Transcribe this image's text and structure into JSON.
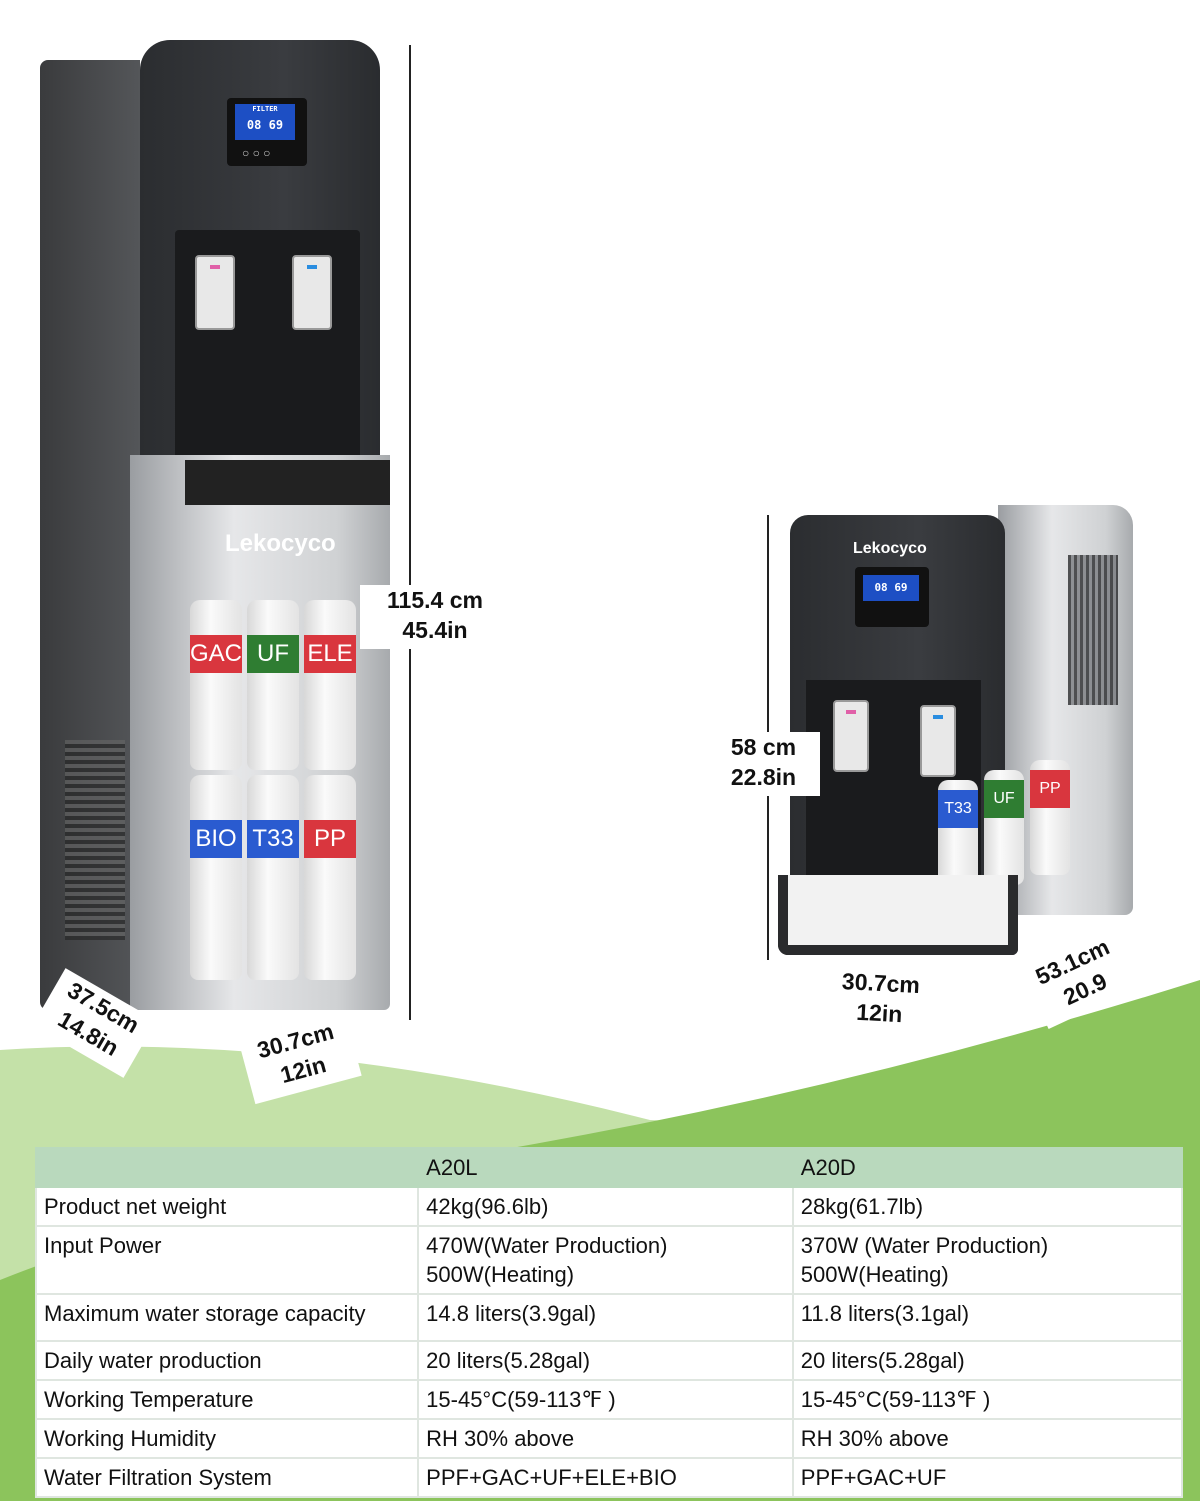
{
  "brand": "Lekocyco",
  "colors": {
    "green_dark": "#8cc45c",
    "green_light": "#c4e1a8",
    "table_header": "#b9d9bd"
  },
  "tall_unit": {
    "model": "A20L",
    "display": {
      "left": "08",
      "right": "69",
      "label": "FILTER"
    },
    "filters_top": [
      {
        "label": "GAC",
        "color": "#d9363e"
      },
      {
        "label": "UF",
        "color": "#2f7d32"
      },
      {
        "label": "ELE",
        "color": "#d9363e"
      }
    ],
    "filters_bottom": [
      {
        "label": "BIO",
        "color": "#2a5bd0"
      },
      {
        "label": "T33",
        "color": "#2a5bd0"
      },
      {
        "label": "PP",
        "color": "#d9363e"
      }
    ],
    "height": {
      "cm": "115.4 cm",
      "in": "45.4in"
    },
    "depth": {
      "cm": "37.5cm",
      "in": "14.8in"
    },
    "width": {
      "cm": "30.7cm",
      "in": "12in"
    }
  },
  "small_unit": {
    "model": "A20D",
    "display": {
      "left": "08",
      "right": "69"
    },
    "filters": [
      {
        "label": "T33",
        "color": "#2a5bd0"
      },
      {
        "label": "UF",
        "color": "#2f7d32"
      },
      {
        "label": "PP",
        "color": "#d9363e"
      }
    ],
    "height": {
      "cm": "58 cm",
      "in": "22.8in"
    },
    "width": {
      "cm": "30.7cm",
      "in": "12in"
    },
    "depth": {
      "cm": "53.1cm",
      "in": "20.9"
    }
  },
  "spec_table": {
    "headers": [
      "",
      "A20L",
      "A20D"
    ],
    "rows": [
      {
        "label": "Product net weight",
        "a20l": [
          "42kg(96.6lb)"
        ],
        "a20d": [
          "28kg(61.7lb)"
        ]
      },
      {
        "label": "Input Power",
        "a20l": [
          "470W(Water Production)",
          "500W(Heating)"
        ],
        "a20d": [
          "370W (Water Production)",
          "500W(Heating)"
        ]
      },
      {
        "label": "Maximum water storage capacity",
        "a20l": [
          "14.8 liters(3.9gal)"
        ],
        "a20d": [
          "11.8 liters(3.1gal)"
        ]
      },
      {
        "label": "Daily water production",
        "a20l": [
          "20 liters(5.28gal)"
        ],
        "a20d": [
          "20 liters(5.28gal)"
        ]
      },
      {
        "label": "Working Temperature",
        "a20l": [
          "15-45°C(59-113℉ )"
        ],
        "a20d": [
          "15-45°C(59-113℉ )"
        ]
      },
      {
        "label": "Working Humidity",
        "a20l": [
          "RH 30% above"
        ],
        "a20d": [
          "RH 30% above"
        ]
      },
      {
        "label": "Water Filtration System",
        "a20l": [
          "PPF+GAC+UF+ELE+BIO"
        ],
        "a20d": [
          "PPF+GAC+UF"
        ]
      }
    ]
  }
}
